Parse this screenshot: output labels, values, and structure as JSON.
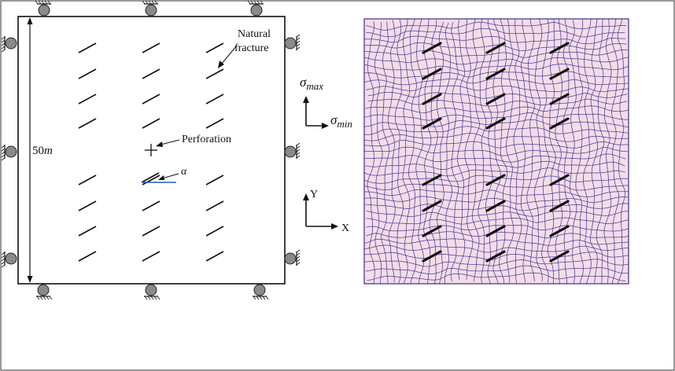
{
  "labels": {
    "natural_fracture_line1": "Natural",
    "natural_fracture_line2": "fracture",
    "perforation": "Perforation",
    "dimension_value": "50",
    "dimension_unit": "m",
    "angle": "α",
    "sigma_max_symbol": "σ",
    "sigma_max_sub": "max",
    "sigma_min_symbol": "σ",
    "sigma_min_sub": "min",
    "axis_y": "Y",
    "axis_x": "X"
  },
  "colors": {
    "mesh_fill": "#f4dce8",
    "mesh_line": "#3b2f8f",
    "perforation_line": "#1f5fbf",
    "fracture": "#111111"
  }
}
